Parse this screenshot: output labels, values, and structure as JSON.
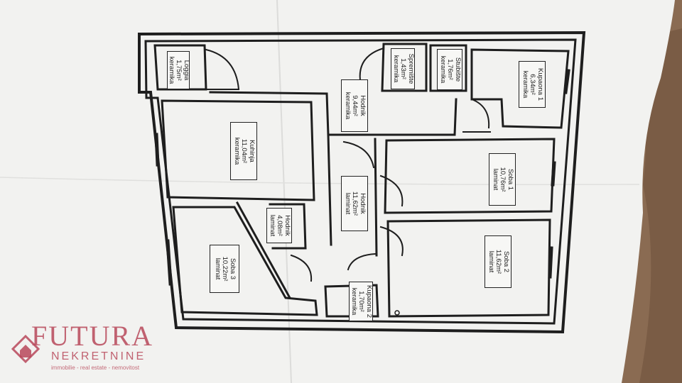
{
  "rooms": [
    {
      "id": "loggia",
      "name": "Loggia",
      "area": "1,75m²",
      "material": "keramika"
    },
    {
      "id": "spremiste",
      "name": "Spremište",
      "area": "1,43m²",
      "material": "keramika"
    },
    {
      "id": "stubiste",
      "name": "Stubište",
      "area": "1,76m²",
      "material": "keramika"
    },
    {
      "id": "kupaona1",
      "name": "Kupaona 1",
      "area": "6,34m²",
      "material": "keramika"
    },
    {
      "id": "hodnik1",
      "name": "Hodnik",
      "area": "9,44m²",
      "material": "keramika"
    },
    {
      "id": "kuhinja",
      "name": "Kuhinja",
      "area": "11,04m²",
      "material": "keramika"
    },
    {
      "id": "soba1",
      "name": "Soba 1",
      "area": "10,76m²",
      "material": "laminat"
    },
    {
      "id": "hodnik2",
      "name": "Hodnik",
      "area": "11,62m²",
      "material": "laminat"
    },
    {
      "id": "hodnik3",
      "name": "Hodnik",
      "area": "4,08m²",
      "material": "laminat"
    },
    {
      "id": "soba2",
      "name": "Soba 2",
      "area": "11,62m²",
      "material": "laminat"
    },
    {
      "id": "soba3",
      "name": "Soba 3",
      "area": "10,22m²",
      "material": "laminat"
    },
    {
      "id": "kupaona2",
      "name": "Kupaona 2",
      "area": "1,70m²",
      "material": "keramika"
    }
  ],
  "logo": {
    "main": "FUTURA",
    "sub": "NEKRETNINE",
    "tagline": "immobilie - real estate - nemovitost",
    "color": "#b8485a"
  },
  "colors": {
    "paper": "#f3f3f1",
    "wall": "#1e1e1e",
    "table": "#8a6b52"
  }
}
